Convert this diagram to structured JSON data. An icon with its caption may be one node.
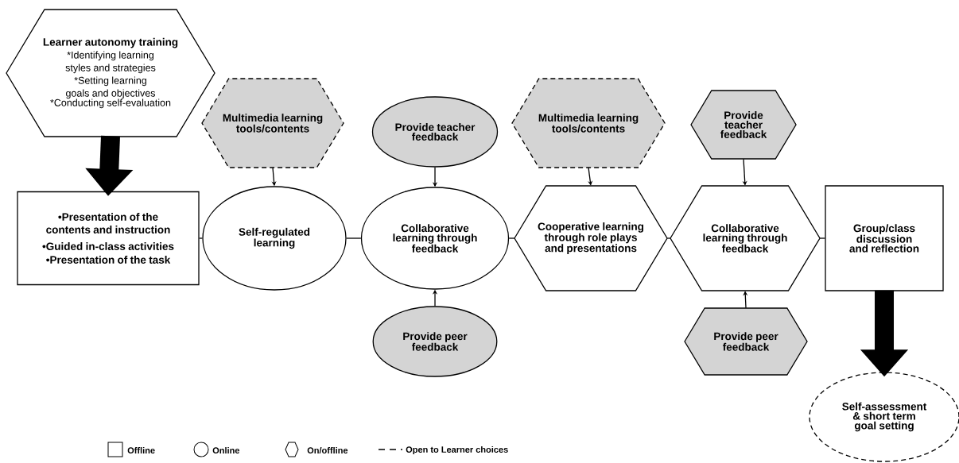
{
  "diagram": {
    "nodes": [
      {
        "text": [
          "Learner autonomy training",
          "*Identifying learning styles and strategies",
          "*Setting learning goals and objectives",
          "*Conducting self-evaluation"
        ]
      },
      {
        "text": [
          "•Presentation of the contents and instruction",
          "•Guided in-class activities",
          "•Presentation of the task"
        ]
      },
      {
        "text": [
          "Multimedia learning tools/contents"
        ]
      },
      {
        "text": [
          "Self-regulated learning"
        ]
      },
      {
        "text": [
          "Provide teacher feedback"
        ]
      },
      {
        "text": [
          "Collaborative learning through feedback"
        ]
      },
      {
        "text": [
          "Provide peer feedback"
        ]
      },
      {
        "text": [
          "Multimedia learning tools/contents"
        ]
      },
      {
        "text": [
          "Cooperative learning through role plays and presentations"
        ]
      },
      {
        "text": [
          "Provide teacher feedback"
        ]
      },
      {
        "text": [
          "Collaborative learning through feedback"
        ]
      },
      {
        "text": [
          "Provide peer feedback"
        ]
      },
      {
        "text": [
          "Group/class discussion and reflection"
        ]
      },
      {
        "text": [
          "Self-assessment & short term goal setting"
        ]
      }
    ],
    "edges": [
      {
        "from": 0,
        "to": 1,
        "arrow": "to",
        "style": "thick"
      },
      {
        "from": 1,
        "to": 3,
        "arrow": "none"
      },
      {
        "from": 2,
        "to": 3,
        "arrow": "to"
      },
      {
        "from": 3,
        "to": 5,
        "arrow": "none"
      },
      {
        "from": 4,
        "to": 5,
        "arrow": "to"
      },
      {
        "from": 6,
        "to": 5,
        "arrow": "to"
      },
      {
        "from": 5,
        "to": 8,
        "arrow": "none"
      },
      {
        "from": 7,
        "to": 8,
        "arrow": "to"
      },
      {
        "from": 8,
        "to": 10,
        "arrow": "none"
      },
      {
        "from": 9,
        "to": 10,
        "arrow": "to"
      },
      {
        "from": 11,
        "to": 10,
        "arrow": "to"
      },
      {
        "from": 10,
        "to": 12,
        "arrow": "none"
      },
      {
        "from": 12,
        "to": 13,
        "arrow": "to",
        "style": "thick"
      }
    ],
    "legend": [
      {
        "text": "Offline"
      },
      {
        "text": "Online"
      },
      {
        "text": "On/offline"
      },
      {
        "text": "Open to Learner choices"
      }
    ]
  }
}
